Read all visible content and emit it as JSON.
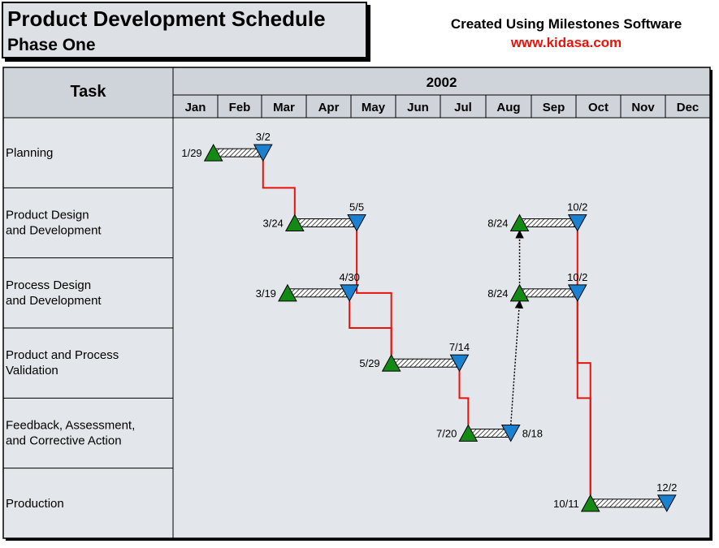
{
  "header": {
    "title": "Product Development Schedule",
    "subtitle": "Phase One",
    "credit_line": "Created Using Milestones Software",
    "credit_url": "www.kidasa.com"
  },
  "chart_data": {
    "type": "gantt",
    "task_header": "Task",
    "year": "2002",
    "months": [
      "Jan",
      "Feb",
      "Mar",
      "Apr",
      "May",
      "Jun",
      "Jul",
      "Aug",
      "Sep",
      "Oct",
      "Nov",
      "Dec"
    ],
    "tasks": [
      {
        "label": "Planning",
        "bars": [
          {
            "start": "1/29",
            "end": "3/2"
          }
        ]
      },
      {
        "label": "Product Design and Development",
        "bars": [
          {
            "start": "3/24",
            "end": "5/5"
          },
          {
            "start": "8/24",
            "end": "10/2"
          }
        ]
      },
      {
        "label": "Process Design and Development",
        "bars": [
          {
            "start": "3/19",
            "end": "4/30"
          },
          {
            "start": "8/24",
            "end": "10/2"
          }
        ]
      },
      {
        "label": "Product and Process Validation",
        "bars": [
          {
            "start": "5/29",
            "end": "7/14"
          }
        ]
      },
      {
        "label": "Feedback, Assessment, and Corrective Action",
        "bars": [
          {
            "start": "7/20",
            "end": "8/18"
          }
        ]
      },
      {
        "label": "Production",
        "bars": [
          {
            "start": "10/11",
            "end": "12/2"
          }
        ]
      }
    ],
    "colors": {
      "start_marker": "#138a13",
      "end_marker": "#1a80d0",
      "link_line": "#e8130a",
      "chart_background": "#e3e6ea",
      "header_background": "#cfd4da"
    }
  }
}
